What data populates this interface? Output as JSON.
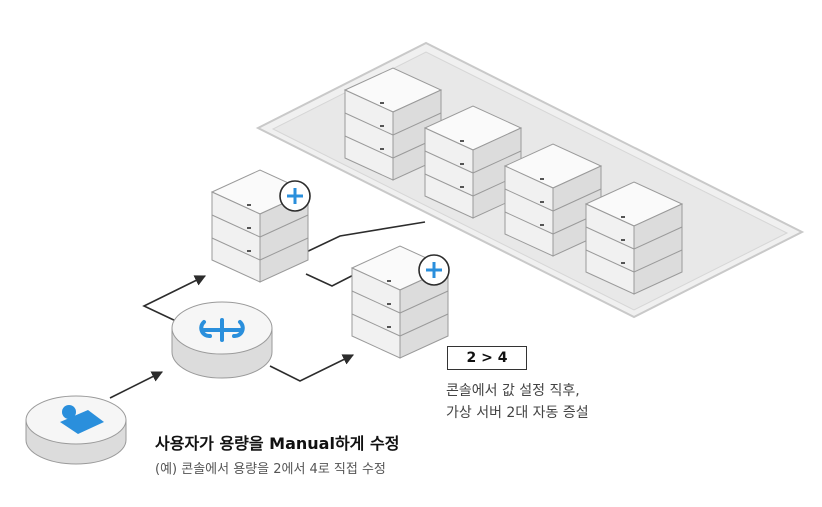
{
  "scale_label": "2 > 4",
  "right_caption": {
    "line1": "콘솔에서 값 설정 직후,",
    "line2": "가상 서버 2대 자동 증설"
  },
  "bottom_caption": {
    "title": "사용자가 용량을 Manual하게 수정",
    "subtitle": "(예) 콘솔에서 용량을 2에서 4로 직접 수정"
  },
  "icons": {
    "user": "user-icon",
    "router": "router-wrench-icon",
    "add": "plus-icon"
  },
  "colors": {
    "accent": "#2a8fdc",
    "line": "#2c2c2c",
    "server_face": "#f4f4f4",
    "server_side": "#d9d9d9",
    "platform": "#eeeeee"
  }
}
